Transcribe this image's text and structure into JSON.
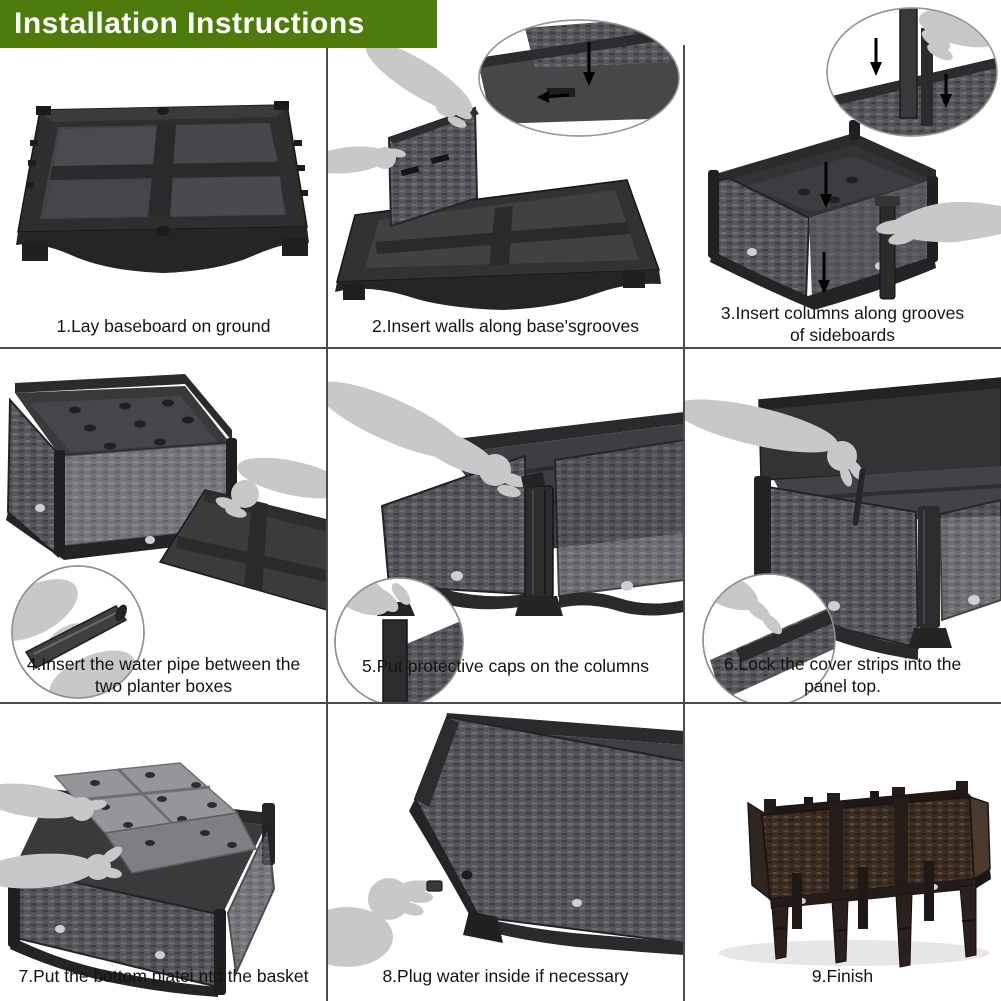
{
  "title": "Installation Instructions",
  "colors": {
    "banner_green": "#4e7c0c",
    "grid_line": "#4b4b4e",
    "caption_text": "#141414",
    "photo_dark_gray": "#2e2e30",
    "finished_planter_brown": "#3a2c23"
  },
  "steps": [
    {
      "number": 1,
      "caption": "1.Lay baseboard on ground"
    },
    {
      "number": 2,
      "caption": "2.Insert walls along base'sgrooves"
    },
    {
      "number": 3,
      "caption": "3.Insert columns along grooves of sideboards"
    },
    {
      "number": 4,
      "caption": "4.Insert the water pipe between the two planter boxes"
    },
    {
      "number": 5,
      "caption": "5.Put protective caps on the columns"
    },
    {
      "number": 6,
      "caption": "6.Lock the cover strips into the panel top."
    },
    {
      "number": 7,
      "caption": "7.Put the bottom platei nto the basket"
    },
    {
      "number": 8,
      "caption": "8.Plug water inside if necessary"
    },
    {
      "number": 9,
      "caption": "9.Finish"
    }
  ]
}
